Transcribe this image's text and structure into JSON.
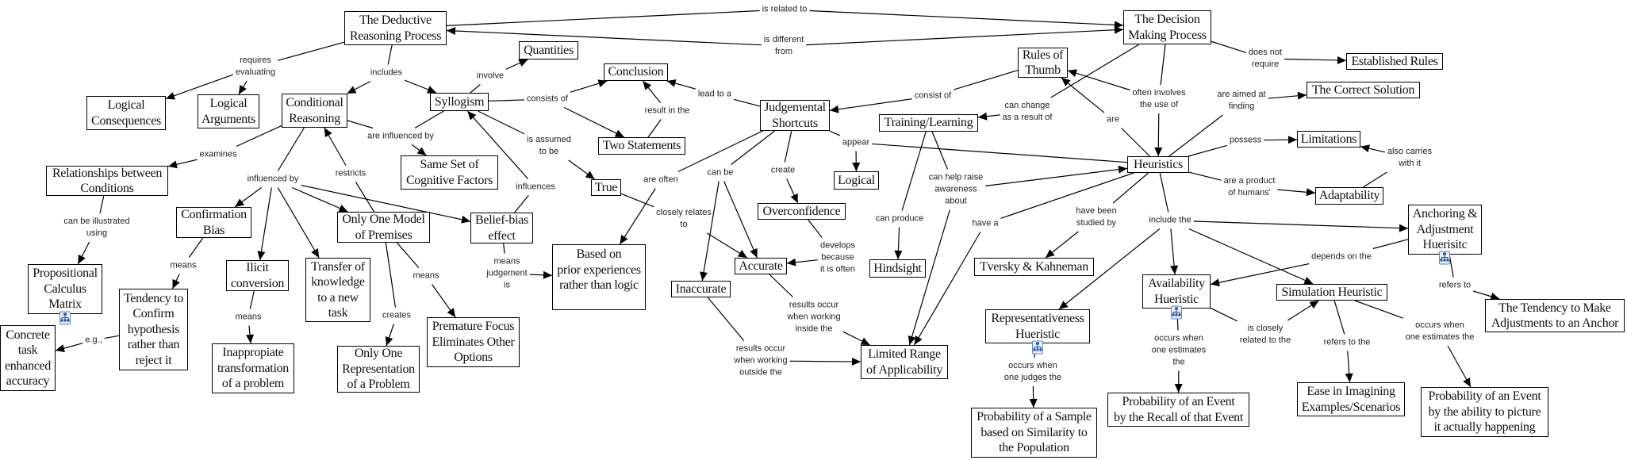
{
  "nodes": {
    "deductive": "The Deductive\nReasoning Process",
    "decision": "The Decision\nMaking Process",
    "log_cons": "Logical\nConsequences",
    "log_args": "Logical\nArguments",
    "conditional": "Conditional\nReasoning",
    "syllogism": "Syllogism",
    "quantities": "Quantities",
    "conclusion": "Conclusion",
    "two_statements": "Two Statements",
    "same_set": "Same Set of\nCognitive Factors",
    "relationships": "Relationships between\nConditions",
    "confirmation": "Confirmation\nBias",
    "only_one_model": "Only One Model\nof Premises",
    "belief_bias": "Belief-bias\neffect",
    "true": "True",
    "judgemental": "Judgemental\nShortcuts",
    "rules": "Rules of\nThumb",
    "training": "Training/Learning",
    "logical": "Logical",
    "overconfidence": "Overconfidence",
    "based_on": "Based on\nprior experiences\nrather than logic",
    "propositional": "Propositional\nCalculus\nMatrix",
    "tendency": "Tendency to\nConfirm\nhypothesis\nrather than\nreject it",
    "concrete": "Concrete\ntask\nenhanced\naccuracy",
    "ilicit": "Ilicit\nconversion",
    "inappropiate": "Inappropiate\ntransformation\nof a problem",
    "transfer": "Transfer of\nknowledge\nto a new\ntask",
    "only_one_rep": "Only One\nRepresentation\nof a Problem",
    "premature": "Premature Focus\nEliminates Other\nOptions",
    "accurate": "Accurate",
    "inaccurate": "Inaccurate",
    "hindsight": "Hindsight",
    "limited": "Limited Range\nof Applicability",
    "tversky": "Tversky & Kahneman",
    "heuristics": "Heuristics",
    "established": "Established Rules",
    "correct": "The Correct Solution",
    "limitations": "Limitations",
    "adaptability": "Adaptability",
    "anchoring": "Anchoring &\nAdjustment\nHuerisitc",
    "representativeness": "Representativeness\nHueristic",
    "prob_sample": "Probability of a Sample\nbased on Similarity to\nthe Population",
    "availability": "Availability\nHueristic",
    "prob_recall": "Probability of an Event\nby the Recall of that Event",
    "simulation": "Simulation Heuristic",
    "ease": "Ease in Imagining\nExamples/Scenarios",
    "prob_ability": "Probability of an Event\nby the ability to picture\nit actually happening",
    "tendency_make": "The Tendency to Make\nAdjustments to an Anchor"
  },
  "links": {
    "is_related_to": "is related to",
    "is_different_from": "is different\nfrom",
    "requires_evaluating": "requires\nevaluating",
    "includes": "includes",
    "involve": "involve",
    "consists_of": "consists of",
    "examines": "examines",
    "are_influenced_by": "are influenced by",
    "influenced_by": "influenced by",
    "restricts": "restricts",
    "can_be_illustrated": "can be illustrated\nusing",
    "is_assumed": "is assumed\nto be",
    "influences": "influences",
    "lead_to_a": "lead to a",
    "result_in_the": "result in the",
    "consist_of": "consist of",
    "can_change": "can change\nas a result of",
    "are_often": "are often",
    "can_be": "can be",
    "create": "create",
    "appear": "appear",
    "closely_relates": "closely relates\nto",
    "can_produce": "can produce",
    "can_help": "can help raise\nawareness\nabout",
    "have_a": "have a",
    "means_conf": "means",
    "eg": "e.g.,",
    "means_ilicit": "means",
    "creates": "creates",
    "means_only": "means",
    "means_judgement": "means\njudgement\nis",
    "develops": "develops\nbecause\nit is often",
    "inside": "results occur\nwhen working\ninside the",
    "outside": "results occur\nwhen working\noutside the",
    "often_involves": "often involves\nthe use of",
    "are_aimed": "are aimed at\nfinding",
    "are": "are",
    "does_not_require": "does not\nrequire",
    "possess": "possess",
    "also_carries": "also carries\nwith it",
    "are_product": "are a product\nof humans'",
    "studied_by": "have been\nstudied by",
    "include_the": "include the",
    "judges": "occurs when\none judges the",
    "estimates_avail": "occurs when\none estimates\nthe",
    "closely_related_the": "is closely\nrelated to the",
    "refers_to_the": "refers to the",
    "estimates_sim": "occurs when\none estimates the",
    "depends_on": "depends on the",
    "refers_to": "refers to"
  },
  "edges": [
    {
      "from": [
        "deductive"
      ],
      "via": "is_related_to",
      "to": [
        "decision"
      ]
    },
    {
      "from": [
        "deductive"
      ],
      "via": "is_different_from",
      "to": [
        "decision"
      ],
      "bidir": true
    },
    {
      "from": [
        "deductive"
      ],
      "via": "requires_evaluating",
      "to": [
        "log_cons",
        "log_args"
      ]
    },
    {
      "from": [
        "deductive"
      ],
      "via": "includes",
      "to": [
        "conditional",
        "syllogism"
      ]
    },
    {
      "from": [
        "syllogism"
      ],
      "via": "involve",
      "to": [
        "quantities"
      ]
    },
    {
      "from": [
        "syllogism"
      ],
      "via": "consists_of",
      "to": [
        "conclusion",
        "two_statements"
      ]
    },
    {
      "from": [
        "syllogism"
      ],
      "via": "is_assumed",
      "to": [
        "true"
      ]
    },
    {
      "from": [
        "two_statements"
      ],
      "via": "result_in_the",
      "to": [
        "conclusion"
      ]
    },
    {
      "from": [
        "judgemental"
      ],
      "via": "lead_to_a",
      "to": [
        "conclusion"
      ]
    },
    {
      "from": [
        "conditional",
        "syllogism"
      ],
      "via": "are_influenced_by",
      "to": [
        "same_set"
      ]
    },
    {
      "from": [
        "conditional"
      ],
      "via": "examines",
      "to": [
        "relationships"
      ]
    },
    {
      "from": [
        "conditional"
      ],
      "via": "influenced_by",
      "to": [
        "confirmation",
        "ilicit",
        "transfer",
        "only_one_model",
        "belief_bias"
      ]
    },
    {
      "from": [
        "only_one_model"
      ],
      "via": "restricts",
      "to": [
        "conditional"
      ]
    },
    {
      "from": [
        "belief_bias"
      ],
      "via": "influences",
      "to": [
        "syllogism"
      ]
    },
    {
      "from": [
        "relationships"
      ],
      "via": "can_be_illustrated",
      "to": [
        "propositional"
      ]
    },
    {
      "from": [
        "confirmation"
      ],
      "via": "means_conf",
      "to": [
        "tendency"
      ]
    },
    {
      "from": [
        "tendency"
      ],
      "via": "eg",
      "to": [
        "concrete"
      ]
    },
    {
      "from": [
        "ilicit"
      ],
      "via": "means_ilicit",
      "to": [
        "inappropiate"
      ]
    },
    {
      "from": [
        "only_one_model"
      ],
      "via": "creates",
      "to": [
        "only_one_rep"
      ]
    },
    {
      "from": [
        "only_one_model"
      ],
      "via": "means_only",
      "to": [
        "premature"
      ]
    },
    {
      "from": [
        "belief_bias"
      ],
      "via": "means_judgement",
      "to": [
        "based_on"
      ]
    },
    {
      "from": [
        "judgemental"
      ],
      "via": "are_often",
      "to": [
        "based_on"
      ]
    },
    {
      "from": [
        "judgemental"
      ],
      "via": "can_be",
      "to": [
        "inaccurate",
        "accurate"
      ]
    },
    {
      "from": [
        "true"
      ],
      "via": "closely_relates",
      "to": [
        "accurate"
      ]
    },
    {
      "from": [
        "judgemental"
      ],
      "via": "create",
      "to": [
        "overconfidence"
      ]
    },
    {
      "from": [
        "judgemental",
        "heuristics"
      ],
      "via": "appear",
      "to": [
        "logical"
      ]
    },
    {
      "from": [
        "overconfidence"
      ],
      "via": "develops",
      "to": [
        "accurate"
      ]
    },
    {
      "from": [
        "accurate"
      ],
      "via": "inside",
      "to": [
        "limited"
      ]
    },
    {
      "from": [
        "inaccurate"
      ],
      "via": "outside",
      "to": [
        "limited"
      ]
    },
    {
      "from": [
        "rules"
      ],
      "via": "consist_of",
      "to": [
        "judgemental"
      ]
    },
    {
      "from": [
        "decision"
      ],
      "via": "often_involves",
      "to": [
        "rules",
        "heuristics"
      ]
    },
    {
      "from": [
        "heuristics"
      ],
      "via": "are",
      "to": [
        "rules"
      ]
    },
    {
      "from": [
        "decision"
      ],
      "via": "can_change",
      "to": [
        "training"
      ]
    },
    {
      "from": [
        "training"
      ],
      "via": "can_produce",
      "to": [
        "hindsight"
      ]
    },
    {
      "from": [
        "training"
      ],
      "via": "can_help",
      "to": [
        "heuristics",
        "limited"
      ]
    },
    {
      "from": [
        "heuristics"
      ],
      "via": "have_a",
      "to": [
        "limited"
      ]
    },
    {
      "from": [
        "decision"
      ],
      "via": "does_not_require",
      "to": [
        "established"
      ]
    },
    {
      "from": [
        "heuristics"
      ],
      "via": "are_aimed",
      "to": [
        "correct"
      ]
    },
    {
      "from": [
        "heuristics"
      ],
      "via": "possess",
      "to": [
        "limitations"
      ]
    },
    {
      "from": [
        "adaptability"
      ],
      "via": "also_carries",
      "to": [
        "limitations"
      ]
    },
    {
      "from": [
        "heuristics"
      ],
      "via": "are_product",
      "to": [
        "adaptability"
      ]
    },
    {
      "from": [
        "heuristics"
      ],
      "via": "studied_by",
      "to": [
        "tversky"
      ]
    },
    {
      "from": [
        "heuristics"
      ],
      "via": "include_the",
      "to": [
        "representativeness",
        "availability",
        "simulation",
        "anchoring"
      ]
    },
    {
      "from": [
        "representativeness"
      ],
      "via": "judges",
      "to": [
        "prob_sample"
      ]
    },
    {
      "from": [
        "availability"
      ],
      "via": "estimates_avail",
      "to": [
        "prob_recall"
      ]
    },
    {
      "from": [
        "availability"
      ],
      "via": "closely_related_the",
      "to": [
        "simulation"
      ]
    },
    {
      "from": [
        "simulation"
      ],
      "via": "refers_to_the",
      "to": [
        "ease"
      ]
    },
    {
      "from": [
        "simulation"
      ],
      "via": "estimates_sim",
      "to": [
        "prob_ability"
      ]
    },
    {
      "from": [
        "anchoring"
      ],
      "via": "depends_on",
      "to": [
        "availability"
      ]
    },
    {
      "from": [
        "anchoring"
      ],
      "via": "refers_to",
      "to": [
        "tendency_make"
      ]
    }
  ],
  "submap_icon": "concept-map-submap-icon",
  "colors": {
    "line": "#000000",
    "submap": "#5a86c8"
  }
}
